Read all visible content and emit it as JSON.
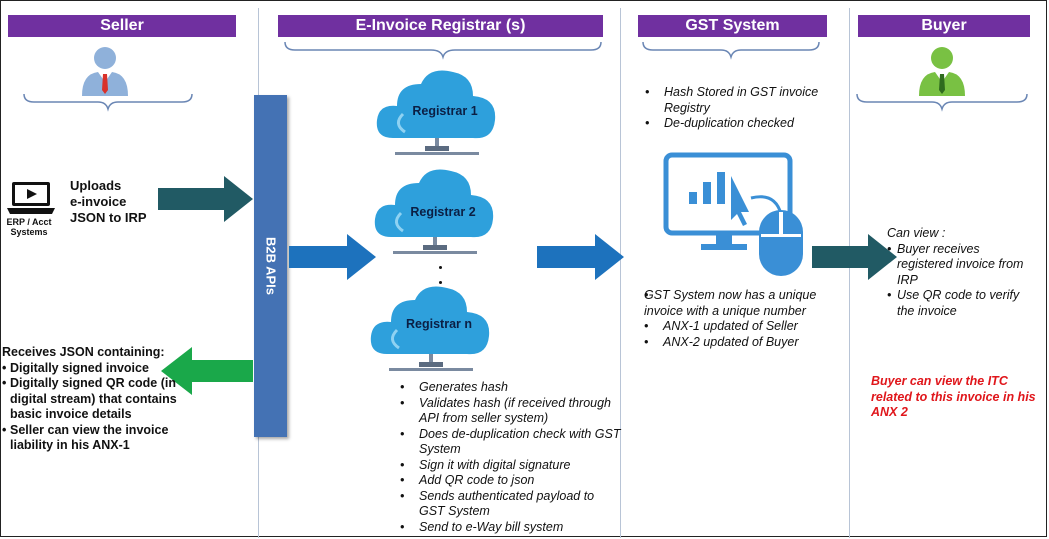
{
  "columns": {
    "seller": "Seller",
    "registrar": "E-Invoice Registrar (s)",
    "gst": "GST System",
    "buyer": "Buyer"
  },
  "icons": {
    "seller": "businessman-icon",
    "buyer": "businessman-icon",
    "erp": "laptop-icon",
    "cloud": "cloud-icon",
    "computer": "computer-analytics-icon"
  },
  "colors": {
    "header": "#7030a0",
    "b2b": "#4472b4",
    "arrow_blue": "#1d72bd",
    "arrow_dark": "#215a64",
    "arrow_green": "#1aa84a",
    "seller_person": "#8fb1da",
    "buyer_person": "#79c143",
    "highlight_red": "#e0161b"
  },
  "seller": {
    "erp_label_line1": "ERP / Acct",
    "erp_label_line2": "Systems",
    "upload_line1": "Uploads",
    "upload_line2": "e-invoice",
    "upload_line3": "JSON to IRP",
    "receives_title": "Receives JSON containing:",
    "receives_items": [
      "Digitally signed invoice",
      "Digitally signed QR code (in digital stream) that contains basic invoice details",
      "Seller can view the invoice liability in his ANX-1"
    ]
  },
  "b2b": {
    "label": "B2B APIs"
  },
  "registrar": {
    "clouds": [
      "Registrar 1",
      "Registrar 2",
      "Registrar n"
    ],
    "steps": [
      "Generates hash",
      "Validates hash (if received through API from seller system)",
      "Does de-duplication check with GST System",
      "Sign it with digital signature",
      "Add QR code to json",
      "Sends authenticated payload to GST System",
      "Send to e-Way bill system"
    ]
  },
  "gst": {
    "top_items": [
      "Hash Stored in GST invoice Registry",
      "De-duplication checked"
    ],
    "bottom_items": [
      "GST System now has a unique invoice with a unique number",
      "ANX-1 updated of Seller",
      "ANX-2 updated of Buyer"
    ]
  },
  "buyer": {
    "can_view": "Can view :",
    "items": [
      "Buyer receives registered invoice from IRP",
      "Use QR code to verify the invoice"
    ],
    "itc_note": "Buyer can view the ITC related to this invoice in his ANX 2"
  }
}
